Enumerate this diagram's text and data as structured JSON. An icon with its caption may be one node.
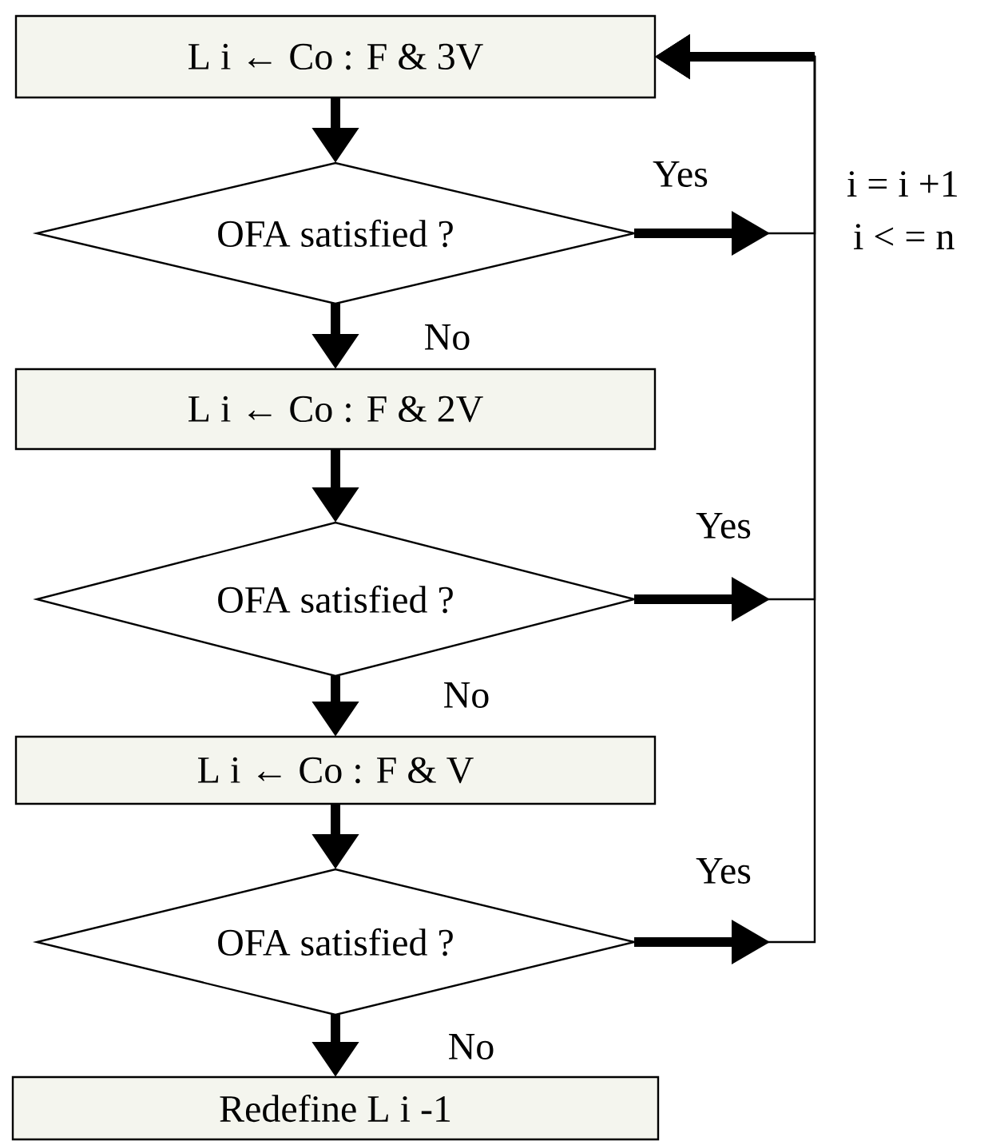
{
  "diagram": {
    "nodes": [
      {
        "text": [
          "L i ← Co : F & 3V"
        ]
      },
      {
        "text": [
          "OFA satisfied ?"
        ]
      },
      {
        "text": [
          "L i ← Co : F & 2V"
        ]
      },
      {
        "text": [
          "OFA satisfied ?"
        ]
      },
      {
        "text": [
          "L i ← Co : F & V"
        ]
      },
      {
        "text": [
          "OFA satisfied ?"
        ]
      },
      {
        "text": [
          "Redefine L i -1"
        ]
      }
    ],
    "edges": [
      {
        "from": 0,
        "to": 1,
        "arrow": "to"
      },
      {
        "from": 1,
        "to": 2,
        "arrow": "to",
        "label": "No"
      },
      {
        "from": 1,
        "to": 0,
        "arrow": "to",
        "label": "Yes"
      },
      {
        "from": 2,
        "to": 3,
        "arrow": "to"
      },
      {
        "from": 3,
        "to": 4,
        "arrow": "to",
        "label": "No"
      },
      {
        "from": 3,
        "to": 0,
        "arrow": "to",
        "label": "Yes"
      },
      {
        "from": 4,
        "to": 5,
        "arrow": "to"
      },
      {
        "from": 5,
        "to": 6,
        "arrow": "to",
        "label": "No"
      },
      {
        "from": 5,
        "to": 0,
        "arrow": "to",
        "label": "Yes"
      }
    ],
    "labels": [
      "i = i +1",
      "i < = n"
    ]
  }
}
